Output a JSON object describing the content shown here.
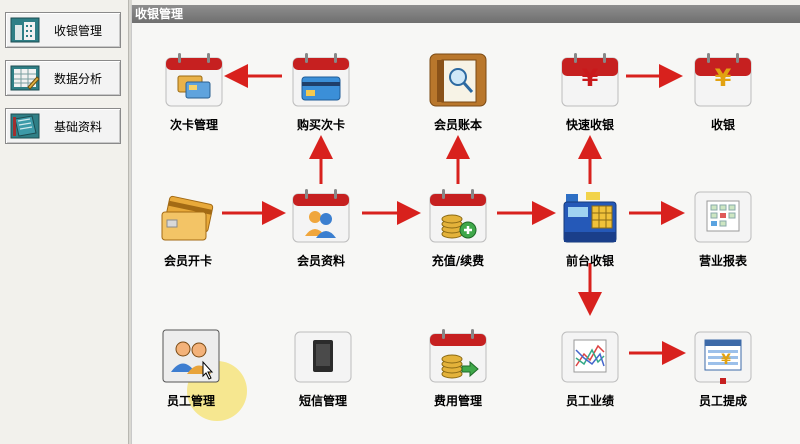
{
  "sidebar": {
    "items": [
      {
        "label": "收银管理",
        "icon": "building-icon"
      },
      {
        "label": "数据分析",
        "icon": "spreadsheet-icon"
      },
      {
        "label": "基础资料",
        "icon": "notebook-icon"
      }
    ]
  },
  "panel": {
    "title": "收银管理"
  },
  "nodes": [
    {
      "label": "次卡管理",
      "icon": "gift-cards-icon"
    },
    {
      "label": "购买次卡",
      "icon": "credit-card-icon"
    },
    {
      "label": "会员账本",
      "icon": "ledger-search-icon"
    },
    {
      "label": "快速收银",
      "icon": "yuan-fast-icon"
    },
    {
      "label": "收银",
      "icon": "yuan-icon"
    },
    {
      "label": "会员开卡",
      "icon": "cards-icon"
    },
    {
      "label": "会员资料",
      "icon": "members-icon"
    },
    {
      "label": "充值/续费",
      "icon": "coins-add-icon"
    },
    {
      "label": "前台收银",
      "icon": "cash-register-icon"
    },
    {
      "label": "营业报表",
      "icon": "report-calendar-icon"
    },
    {
      "label": "员工管理",
      "icon": "staff-icon"
    },
    {
      "label": "短信管理",
      "icon": "phone-icon"
    },
    {
      "label": "费用管理",
      "icon": "coins-arrow-icon"
    },
    {
      "label": "员工业绩",
      "icon": "performance-chart-icon"
    },
    {
      "label": "员工提成",
      "icon": "commission-icon"
    }
  ],
  "colors": {
    "arrow": "#d8211d",
    "calendar_top": "#c62020",
    "title_bar": "#7b7b7b"
  }
}
